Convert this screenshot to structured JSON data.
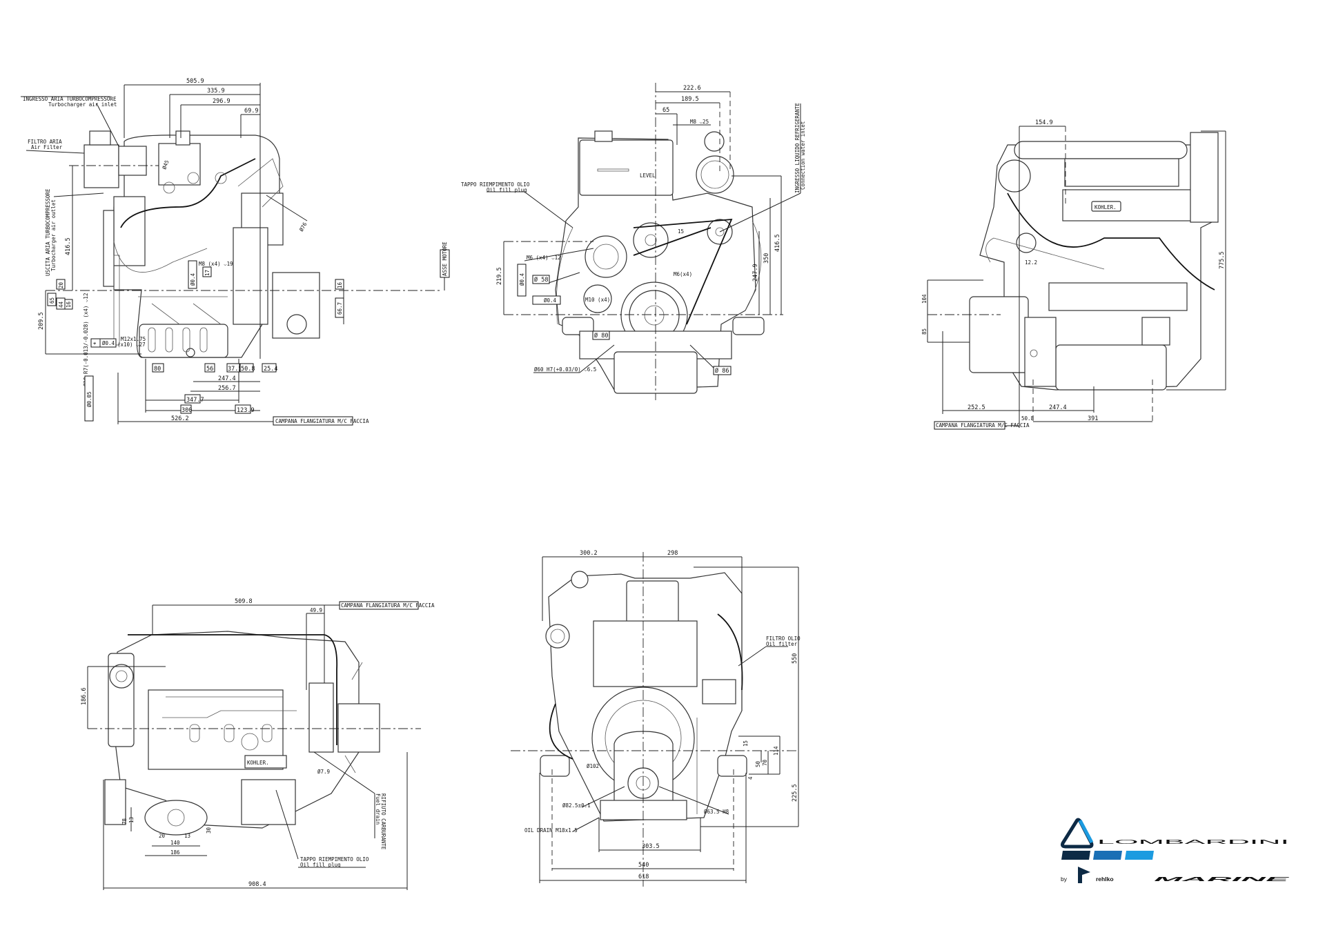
{
  "views": {
    "left_side": {
      "dims": [
        "505.9",
        "335.9",
        "296.9",
        "69.9",
        "416.5",
        "209.5",
        "20",
        "65",
        "44",
        "16",
        "80",
        "56",
        "37.5",
        "50.8",
        "25.4",
        "247.4",
        "256.7",
        "347.7",
        "300",
        "123.9",
        "526.2",
        "16",
        "66.7",
        "17",
        "Ø45",
        "Ø76"
      ],
      "air_inlet_it": "INGRESSO ARIA TURBOCOMPRESSORE",
      "air_inlet_en": "Turbocharger air inlet",
      "air_filter_it": "FILTRO ARIA",
      "air_filter_en": "Air Filter",
      "air_outlet_it": "USCITA ARIA TURBOCOMPRESSORE",
      "air_outlet_en": "Turbocharger air outlet",
      "m8_note": "M8 (x4) ⌵19",
      "m12_note": "M12x1.75",
      "m12_note2": "(x10) ⌵27",
      "tol_pos": "⌖",
      "tol_val": "Ø0.4",
      "tol_val_vert": "Ø0.4",
      "bore_note": "Ø10 R7(-0.013/-0.028) (x4) ⌵12",
      "tol_val2": "Ø0.05",
      "engine_axis": "ASSE MOTORE",
      "bellhousing": "CAMPANA FLANGIATURA M/C FACCIA"
    },
    "front": {
      "dims": [
        "222.6",
        "189.5",
        "65",
        "219.5",
        "350",
        "247.9",
        "416.5",
        "15"
      ],
      "m8_note": "M8 ⌵25",
      "coolant_it": "INGRESSO LIQUIDO REFRIGERANTE",
      "coolant_en": "Connection water inlet",
      "oil_plug_it": "TAPPO RIEMPIMENTO OLIO",
      "oil_plug_en": "Oil fill plug",
      "m6_note": "M6 (x4) ⌵12",
      "m6_note2": "M6(x4)",
      "m10_note": "M10 (x4)",
      "d58": "Ø 58",
      "d80": "Ø 80",
      "d86": "Ø 86",
      "d60": "Ø60 H7(+0.03/0) ⌵6.5",
      "tol_val": "Ø0.4",
      "tol_val2": "Ø0.4",
      "level_label": "LEVEL"
    },
    "right_side": {
      "dims": [
        "154.9",
        "12.2",
        "775.5",
        "104",
        "85",
        "252.5",
        "247.4",
        "50.8",
        "391"
      ],
      "bellhousing": "CAMPANA FLANGIATURA M/C FACCIA",
      "brand": "KOHLER."
    },
    "top": {
      "dims": [
        "509.8",
        "49.9",
        "186.6",
        "78",
        "13",
        "30",
        "20",
        "13",
        "140",
        "186",
        "908.4"
      ],
      "d79": "Ø7.9",
      "bellhousing": "CAMPANA FLANGIATURA M/C FACCIA",
      "fuel_drain_it": "RIFIUTO CARBURANTE",
      "fuel_drain_en": "Fuel drain",
      "oil_plug_it": "TAPPO RIEMPIMENTO OLIO",
      "oil_plug_en": "Oil fill plug",
      "brand": "KOHLER."
    },
    "rear": {
      "dims": [
        "300.2",
        "298",
        "550",
        "15",
        "114",
        "70",
        "50",
        "4",
        "225.5",
        "303.5",
        "540",
        "618"
      ],
      "oil_filter_it": "FILTRO OLIO",
      "oil_filter_en": "Oil filter",
      "d102": "Ø102",
      "d825": "Ø82.5±0.1",
      "d635": "Ø63.5 H8",
      "oil_drain": "OIL DRAIN M18x1.5"
    }
  },
  "logo": {
    "name": "LOMBARDINI",
    "sub": "MARINE",
    "by": "by",
    "parent": "rehlko",
    "colors": {
      "dark": "#0d2a45",
      "mid": "#1a6fb5",
      "light": "#1c9be0"
    }
  }
}
